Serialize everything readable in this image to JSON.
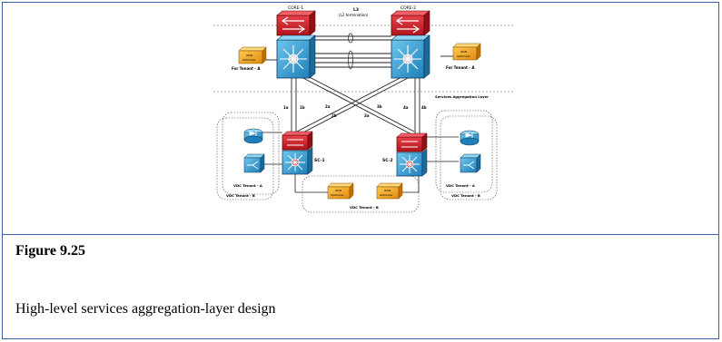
{
  "figure": {
    "title": "Figure 9.25",
    "caption": "High-level services aggregation-layer design"
  },
  "diagram": {
    "core1_label": "CORE-1",
    "core2_label": "CORE-2",
    "l3_label": "L3",
    "l2_term_label": "(L2 termination)",
    "services_layer_label": "Services Aggregation Layer",
    "wan_opt_line1": "WAN",
    "wan_opt_line2": "Optimizer",
    "for_tenant_a_left": "For Tenant - A",
    "for_tenant_a_right": "For Tenant - A",
    "sc1_label": "SC-1",
    "sc2_label": "SC-2",
    "link_1a": "1a",
    "link_1b": "1b",
    "link_2a": "2a",
    "link_2b": "2b",
    "link_3a": "3a",
    "link_3b": "3b",
    "link_4a": "4a",
    "link_4b": "4b",
    "vdc_tenant_a_left": "VDC Tenant - A",
    "vdc_tenant_b_left": "VDC Tenant - B",
    "vdc_tenant_a_right": "VDC Tenant - A",
    "vdc_tenant_b_right": "VDC Tenant - B",
    "vdc_tenant_b_bottom": "VDC Tenant - B",
    "colors": {
      "switch_blue": "#3aa8d8",
      "switch_red": "#d8202a",
      "wan_orange": "#f0a020",
      "border": "#3b5fa8"
    }
  }
}
